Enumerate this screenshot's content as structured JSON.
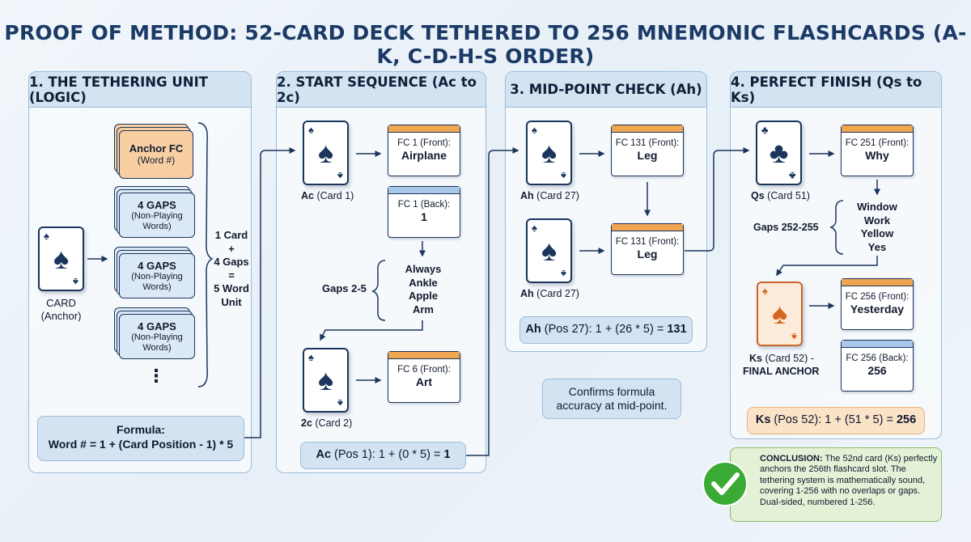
{
  "title": "PROOF OF METHOD: 52-CARD DECK TETHERED TO 256 MNEMONIC FLASHCARDS (A-K, C-D-H-S ORDER)",
  "panels": [
    {
      "heading": "1. THE TETHERING UNIT (LOGIC)",
      "anchor_fc_title": "Anchor FC",
      "anchor_fc_sub": "(Word #)",
      "gap_title": "4 GAPS",
      "gap_sub1": "(Non-Playing",
      "gap_sub2": "Words)",
      "ellipsis": "⋮",
      "card_label_1": "CARD",
      "card_label_2": "(Anchor)",
      "unit_text_1": "1 Card",
      "unit_text_2": "+",
      "unit_text_3": "4 Gaps",
      "unit_text_4": "=",
      "unit_text_5": "5 Word",
      "unit_text_6": "Unit",
      "formula_1": "Formula:",
      "formula_2": "Word # = 1 + (Card Position - 1) * 5"
    },
    {
      "heading": "2. START SEQUENCE (Ac to 2c)",
      "card1_name": "Ac",
      "card1_label": "(Card 1)",
      "fc1_front_label": "FC 1 (Front):",
      "fc1_front_word": "Airplane",
      "fc1_back_label": "FC 1 (Back):",
      "fc1_back_word": "1",
      "gaps_label": "Gaps 2-5",
      "gap_words": [
        "Always",
        "Ankle",
        "Apple",
        "Arm"
      ],
      "card2_name": "2c",
      "card2_label": "(Card 2)",
      "fc6_label": "FC 6 (Front):",
      "fc6_word": "Art",
      "formula_a": "Ac",
      "formula_b": " (Pos 1): 1 + (0 * 5) = ",
      "formula_c": "1"
    },
    {
      "heading": "3. MID-POINT CHECK (Ah)",
      "card1_name": "Ah",
      "card1_label": "(Card 27)",
      "fc_label": "FC 131 (Front):",
      "fc_word": "Leg",
      "card2_name": "Ah",
      "card2_label": "(Card 27)",
      "fc2_label": "FC 131 (Front):",
      "fc2_word": "Leg",
      "formula_a": "Ah",
      "formula_b": " (Pos 27): 1 + (26 * 5) = ",
      "formula_c": "131",
      "note_1": "Confirms formula",
      "note_2": "accuracy at mid-point."
    },
    {
      "heading": "4. PERFECT FINISH (Qs to Ks)",
      "card1_name": "Qs",
      "card1_label": "(Card 51)",
      "fc251_label": "FC 251 (Front):",
      "fc251_word": "Why",
      "gaps_label": "Gaps 252-255",
      "gap_words": [
        "Window",
        "Work",
        "Yellow",
        "Yes"
      ],
      "card2_name": "Ks",
      "card2_label": "(Card 52) -",
      "card2_final": "FINAL ANCHOR",
      "fc256_front_label": "FC 256 (Front):",
      "fc256_front_word": "Yesterday",
      "fc256_back_label": "FC 256 (Back):",
      "fc256_back_word": "256",
      "formula_a": "Ks",
      "formula_b": " (Pos 52): 1 + (51 * 5) = ",
      "formula_c": "256"
    }
  ],
  "conclusion": {
    "label": "CONCLUSION:",
    "text": " The 52nd card (Ks) perfectly anchors the 256th flashcard slot. The tethering system is mathematically sound, covering 1-256 with no overlaps or gaps. Dual-sided, numbered 1-256."
  },
  "suits": {
    "spade": "♠",
    "club": "♣"
  },
  "colors": {
    "title": "#1b3a66",
    "panel_head": "#d3e3f2",
    "card_border": "#1b355c",
    "flashcard_bar": "#f0a550",
    "flashcard_back_bar": "#a9c7e6",
    "anchor_fc": "#f7cfa3",
    "final_card": "#d4661f",
    "conclusion_bg": "#e3f2d7",
    "check": "#3aaa35"
  }
}
